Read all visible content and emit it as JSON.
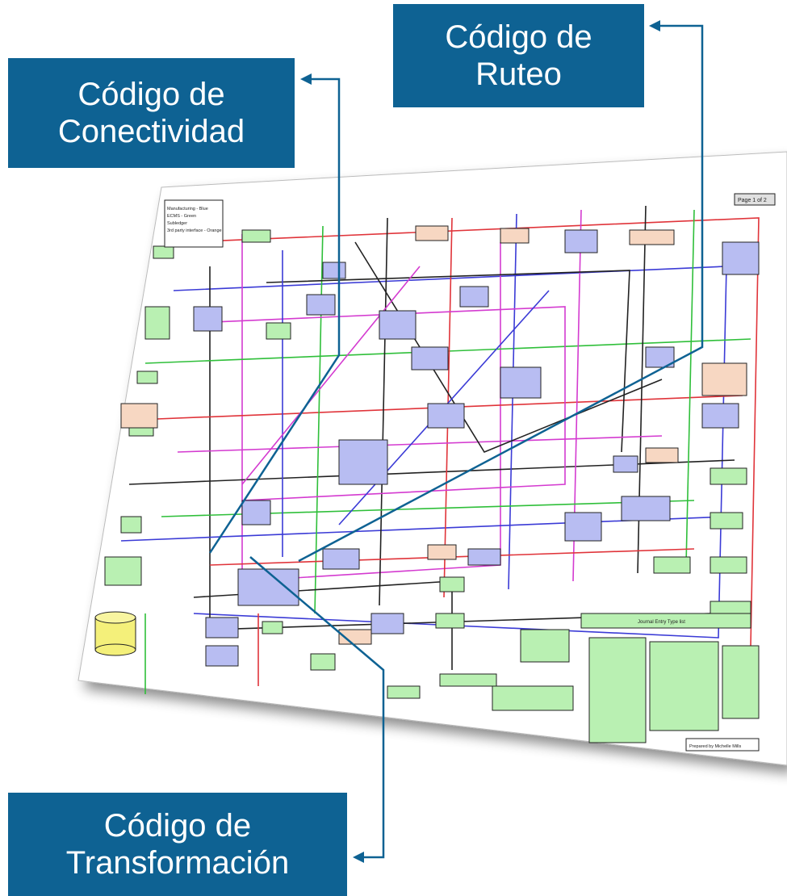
{
  "callouts": {
    "conectividad": {
      "line1": "Código de",
      "line2": "Conectividad"
    },
    "ruteo": {
      "line1": "Código de",
      "line2": "Ruteo"
    },
    "transformacion": {
      "line1": "Código de",
      "line2": "Transformación"
    }
  },
  "diagram": {
    "page_label": "Page 1 of 2",
    "table_title": "Journal Entry Type list",
    "footer_note": "Prepared by Michelle Mills",
    "legend_lines": [
      "Manufacturing - Blue",
      "ECMS - Green",
      "Subledger",
      "3rd party interface - Orange"
    ]
  },
  "colors": {
    "callout_bg": "#0e6293",
    "box_blue": "#b8bdf2",
    "box_green": "#b9f0b2",
    "box_orange": "#f7d7c2",
    "cylinder": "#f4f07a",
    "line_red": "#e0343a",
    "line_blue": "#3b3bd6",
    "line_green": "#2fbf3a",
    "line_magenta": "#d43bd0",
    "line_black": "#222222"
  }
}
